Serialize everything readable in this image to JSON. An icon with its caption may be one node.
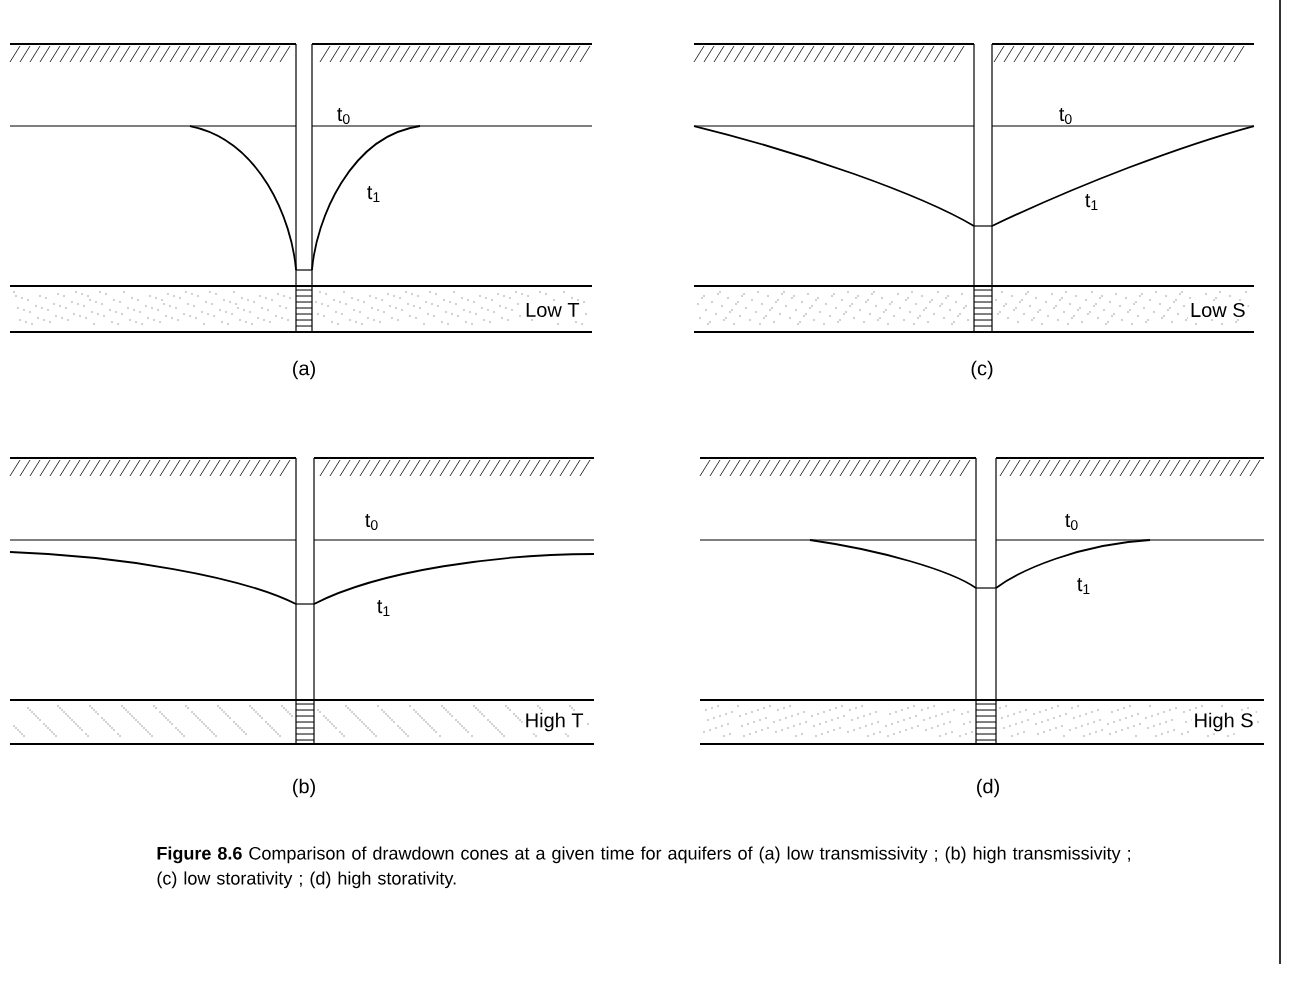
{
  "diagram": {
    "caption": "**Figure 8.6** Comparison of drawdown cones at a given time for aquifers of (a) low transmissivity ; (b) high transmissivity ; (c) low storativity ; (d) high storativity.",
    "labels": [
      "t$_{0}$",
      "t$_{1}$",
      "Low T",
      "(a)",
      "t$_{0}$",
      "t$_{1}$",
      "Low S",
      "(c)",
      "t$_{0}$",
      "t$_{1}$",
      "High T",
      "(b)",
      "t$_{0}$",
      "t$_{1}$",
      "High S",
      "(d)"
    ]
  }
}
